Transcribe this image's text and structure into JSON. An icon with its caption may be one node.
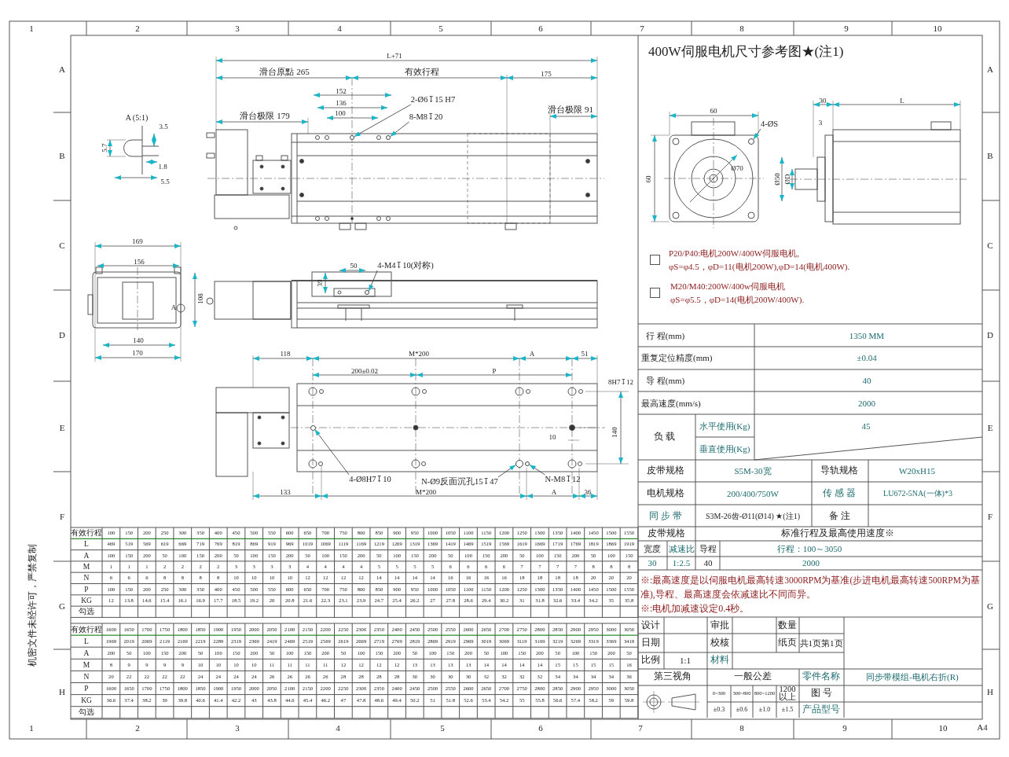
{
  "diagram": {
    "title": "400W伺服电机尺寸参考图★(注1)",
    "nodes": [
      {
        "text": [
          "2-Ø6↧15 H7"
        ]
      },
      {
        "text": [],
        "shape": "circle"
      },
      {
        "text": [
          "8-M8↧20"
        ]
      },
      {
        "text": [],
        "shape": "circle"
      },
      {
        "text": [
          "4-M4↧10(对称)"
        ]
      },
      {
        "text": [],
        "shape": "circle"
      },
      {
        "text": [
          "4-Ø8H7↧10"
        ]
      },
      {
        "text": [],
        "shape": "circle"
      },
      {
        "text": [
          "N-Ø9反面沉孔15↧47"
        ]
      },
      {
        "text": [],
        "shape": "circle"
      },
      {
        "text": [
          "N-M8↧12"
        ]
      },
      {
        "text": [],
        "shape": "circle"
      },
      {
        "text": [
          "4-ØS"
        ]
      },
      {
        "text": [],
        "shape": "circle"
      }
    ],
    "edges": [
      {
        "from": 0,
        "to": 1,
        "arrow": "to"
      },
      {
        "from": 2,
        "to": 3,
        "arrow": "to"
      },
      {
        "from": 4,
        "to": 5,
        "arrow": "to"
      },
      {
        "from": 6,
        "to": 7,
        "arrow": "to"
      },
      {
        "from": 8,
        "to": 9,
        "arrow": "to"
      },
      {
        "from": 10,
        "to": 11,
        "arrow": "to"
      },
      {
        "from": 12,
        "to": 13,
        "arrow": "to"
      }
    ],
    "labels": [
      "1",
      "2",
      "3",
      "4",
      "5",
      "6",
      "7",
      "8",
      "9",
      "10",
      "A",
      "B",
      "C",
      "D",
      "E",
      "F",
      "G",
      "H",
      "A",
      "B",
      "C",
      "D",
      "E",
      "F",
      "G",
      "H",
      "1",
      "2",
      "3",
      "4",
      "5",
      "6",
      "7",
      "8",
      "9",
      "10",
      "A4",
      "机密文件未经许可，严禁复制",
      "A (5:1)",
      "3.5",
      "5.7",
      "1.8",
      "5.5",
      "L+71",
      "滑台原點 265",
      "有效行程",
      "175",
      "152",
      "136",
      "100",
      "滑台极限 179",
      "滑台极限 91",
      "169",
      "156",
      "108",
      "A",
      "140",
      "170",
      "50",
      "39",
      "118",
      "M*200",
      "A",
      "51",
      "200±0.02",
      "P",
      "8H7↧12",
      "140",
      "10",
      "133",
      "M*200",
      "A",
      "36",
      "60",
      "Ø70",
      "60",
      "30",
      "L",
      "3",
      "Ø50",
      "ØD",
      "P20/P40:电机200W/400W伺服电机,",
      "φS=φ4.5，φD=11(电机200W),φD=14(电机400W).",
      "M20/M40:200W/400w伺服电机",
      "φS=φ5.5，φD=14(电机200W/400W).",
      "行 程(mm)",
      "1350 MM",
      "重复定位精度(mm)",
      "±0.04",
      "导 程(mm)",
      "40",
      "最高速度(mm/s)",
      "2000",
      "负 载",
      "水平使用(Kg)",
      "45",
      "垂直使用(Kg)",
      "皮带规格",
      "S5M-30宽",
      "导轨规格",
      "W20xH15",
      "电机规格",
      "200/400/750W",
      "传 感 器",
      "LU672-5NA(一体)*3",
      "同 步 带",
      "S3M-26齿-Ø11(Ø14) ★(注1)",
      "备 注",
      "皮带规格",
      "标准行程及最高使用速度※",
      "宽度",
      "减速比",
      "导程",
      "行程：100～3050",
      "30",
      "1:2.5",
      "40",
      "2000",
      "※:最高速度是以伺服电机最高转速3000RPM为基准(步进电机最高转速500RPM为基准),导程、最高速度会依减速比不同而异。",
      "※:电机加减速设定0.4秒。",
      "有效行程",
      "100",
      "150",
      "200",
      "250",
      "300",
      "350",
      "400",
      "450",
      "500",
      "550",
      "600",
      "650",
      "700",
      "750",
      "800",
      "850",
      "900",
      "950",
      "1000",
      "1050",
      "1100",
      "1150",
      "1200",
      "1250",
      "1300",
      "1350",
      "1400",
      "1450",
      "1500",
      "1550",
      "L",
      "469",
      "519",
      "569",
      "619",
      "669",
      "719",
      "769",
      "819",
      "869",
      "919",
      "969",
      "1019",
      "1069",
      "1119",
      "1169",
      "1219",
      "1269",
      "1319",
      "1369",
      "1419",
      "1469",
      "1519",
      "1569",
      "1619",
      "1669",
      "1719",
      "1769",
      "1819",
      "1869",
      "1919",
      "A",
      "100",
      "150",
      "200",
      "50",
      "100",
      "150",
      "200",
      "50",
      "100",
      "150",
      "200",
      "50",
      "100",
      "150",
      "200",
      "50",
      "100",
      "150",
      "200",
      "50",
      "100",
      "150",
      "200",
      "50",
      "100",
      "150",
      "200",
      "50",
      "100",
      "150",
      "M",
      "1",
      "1",
      "1",
      "2",
      "2",
      "2",
      "2",
      "3",
      "3",
      "3",
      "3",
      "4",
      "4",
      "4",
      "4",
      "5",
      "5",
      "5",
      "5",
      "6",
      "6",
      "6",
      "6",
      "7",
      "7",
      "7",
      "7",
      "8",
      "8",
      "8",
      "N",
      "6",
      "6",
      "6",
      "8",
      "8",
      "8",
      "8",
      "10",
      "10",
      "10",
      "10",
      "12",
      "12",
      "12",
      "12",
      "14",
      "14",
      "14",
      "14",
      "16",
      "16",
      "16",
      "16",
      "18",
      "18",
      "18",
      "18",
      "20",
      "20",
      "20",
      "P",
      "100",
      "150",
      "200",
      "250",
      "300",
      "350",
      "400",
      "450",
      "500",
      "550",
      "600",
      "650",
      "700",
      "750",
      "800",
      "850",
      "900",
      "950",
      "1000",
      "1050",
      "1100",
      "1150",
      "1200",
      "1250",
      "1300",
      "1350",
      "1400",
      "1450",
      "1500",
      "1550",
      "KG",
      "12",
      "13.8",
      "14.6",
      "15.4",
      "16.1",
      "16.9",
      "17.7",
      "18.5",
      "19.2",
      "20",
      "20.8",
      "21.6",
      "22.3",
      "23.1",
      "23.9",
      "24.7",
      "25.4",
      "26.2",
      "27",
      "27.8",
      "28.6",
      "29.4",
      "30.2",
      "31",
      "31.8",
      "32.6",
      "33.4",
      "34.2",
      "35",
      "35.8",
      "勾选",
      "有效行程",
      "1600",
      "1650",
      "1700",
      "1750",
      "1800",
      "1850",
      "1900",
      "1950",
      "2000",
      "2050",
      "2100",
      "2150",
      "2200",
      "2250",
      "2300",
      "2350",
      "2400",
      "2450",
      "2500",
      "2550",
      "2600",
      "2650",
      "2700",
      "2750",
      "2800",
      "2850",
      "2900",
      "2950",
      "3000",
      "3050",
      "L",
      "1969",
      "2019",
      "2069",
      "2119",
      "2169",
      "2219",
      "2289",
      "2319",
      "2369",
      "2419",
      "2469",
      "2519",
      "2569",
      "2619",
      "2669",
      "2719",
      "2769",
      "2819",
      "2869",
      "2919",
      "2969",
      "3019",
      "3069",
      "3119",
      "3169",
      "3219",
      "3269",
      "3319",
      "3369",
      "3419",
      "A",
      "200",
      "50",
      "100",
      "150",
      "200",
      "50",
      "100",
      "150",
      "200",
      "50",
      "100",
      "150",
      "200",
      "50",
      "100",
      "150",
      "200",
      "50",
      "100",
      "150",
      "200",
      "50",
      "100",
      "150",
      "200",
      "50",
      "100",
      "150",
      "200",
      "50",
      "M",
      "8",
      "9",
      "9",
      "9",
      "9",
      "10",
      "10",
      "10",
      "10",
      "11",
      "11",
      "11",
      "11",
      "12",
      "12",
      "12",
      "12",
      "13",
      "13",
      "13",
      "13",
      "14",
      "14",
      "14",
      "14",
      "15",
      "15",
      "15",
      "15",
      "16",
      "N",
      "20",
      "22",
      "22",
      "22",
      "22",
      "24",
      "24",
      "24",
      "24",
      "26",
      "26",
      "26",
      "26",
      "28",
      "28",
      "28",
      "28",
      "30",
      "30",
      "30",
      "30",
      "32",
      "32",
      "32",
      "32",
      "34",
      "34",
      "34",
      "34",
      "36",
      "P",
      "1600",
      "1650",
      "1700",
      "1750",
      "1800",
      "1850",
      "1900",
      "1950",
      "2000",
      "2050",
      "2100",
      "2150",
      "2200",
      "2250",
      "2300",
      "2350",
      "2400",
      "2450",
      "2500",
      "2550",
      "2600",
      "2650",
      "2700",
      "2750",
      "2800",
      "2850",
      "2900",
      "2950",
      "3000",
      "3050",
      "KG",
      "36.6",
      "37.4",
      "38.2",
      "39",
      "39.8",
      "40.6",
      "41.4",
      "42.2",
      "43",
      "43.8",
      "44.6",
      "45.4",
      "46.2",
      "47",
      "47.8",
      "48.6",
      "49.4",
      "50.2",
      "51",
      "51.8",
      "52.6",
      "53.4",
      "54.2",
      "55",
      "55.8",
      "56.6",
      "57.4",
      "58.2",
      "59",
      "59.8",
      "勾选",
      "设计",
      "审批",
      "数量",
      "日期",
      "校核",
      "纸页",
      "共1页第1页",
      "比例",
      "1:1",
      "材料",
      "第三视角",
      "一般公差",
      "零件名称",
      "同步带模组-电机右折(R)",
      "0~300",
      "300~800",
      "800~1200",
      "1200以上",
      "图 号",
      "±0.3",
      "±0.6",
      "±1.0",
      "±1.5",
      "产品型号"
    ]
  }
}
